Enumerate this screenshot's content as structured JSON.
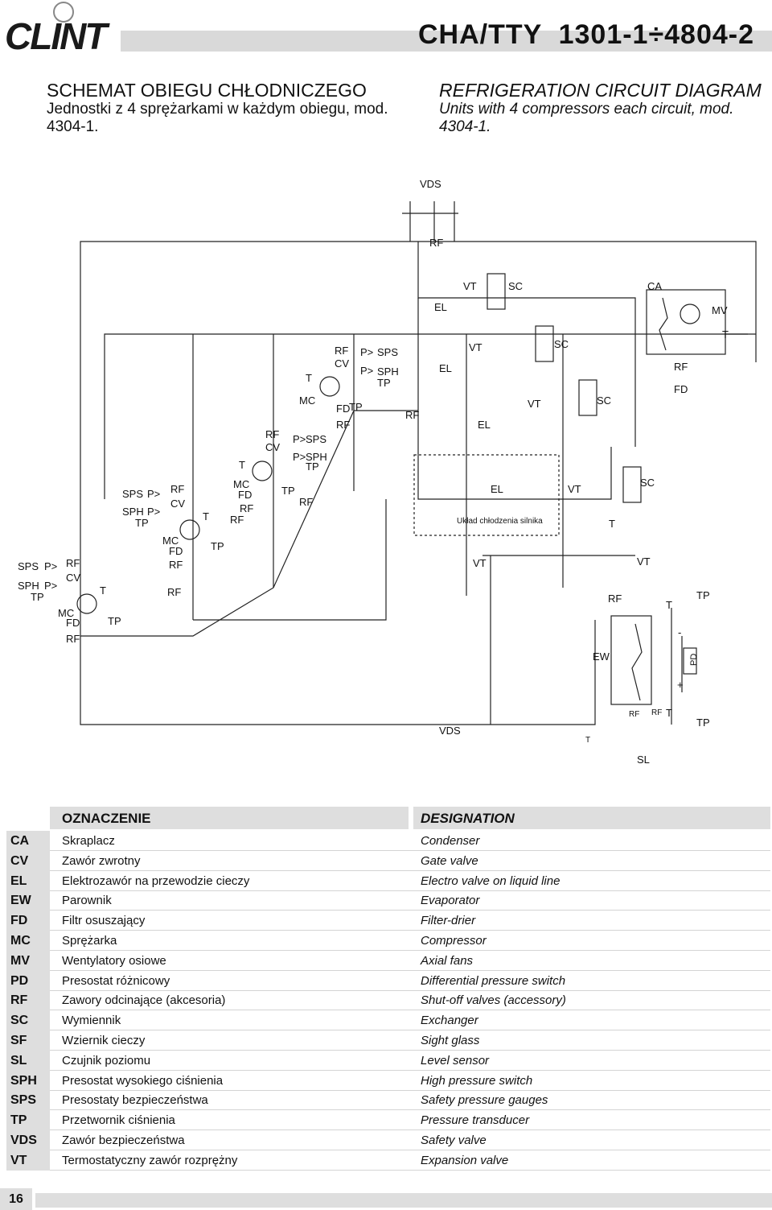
{
  "header": {
    "brand": "CLINT",
    "model_code": "CHA/TTY  1301-1÷4804-2"
  },
  "titles": {
    "pl_title": "SCHEMAT OBIEGU CHŁODNICZEGO",
    "pl_subtitle": "Jednostki z 4 sprężarkami w każdym obiegu, mod. 4304-1.",
    "en_title": "REFRIGERATION CIRCUIT DIAGRAM",
    "en_subtitle": "Units with 4 compressors each circuit, mod. 4304-1."
  },
  "diagram": {
    "labels": {
      "vds": "VDS",
      "rf": "RF",
      "vt": "VT",
      "sc": "SC",
      "ca": "CA",
      "mv": "MV",
      "el": "EL",
      "fd": "FD",
      "mc": "MC",
      "cv": "CV",
      "tp": "TP",
      "sps": "SPS",
      "sph": "SPH",
      "t": "T",
      "pgt": "P>",
      "ew": "EW",
      "pd": "PD",
      "sl": "SL",
      "minus": "-",
      "plus": "+",
      "motor_cooling": "Układ chłodzenia silnika"
    }
  },
  "legend": {
    "pl_header": "OZNACZENIE",
    "en_header": "DESIGNATION",
    "rows": [
      {
        "code": "CA",
        "pl": "Skraplacz",
        "en": "Condenser"
      },
      {
        "code": "CV",
        "pl": "Zawór zwrotny",
        "en": "Gate valve"
      },
      {
        "code": "EL",
        "pl": "Elektrozawór na przewodzie cieczy",
        "en": "Electro valve on liquid line"
      },
      {
        "code": "EW",
        "pl": "Parownik",
        "en": "Evaporator"
      },
      {
        "code": "FD",
        "pl": "Filtr osuszający",
        "en": "Filter-drier"
      },
      {
        "code": "MC",
        "pl": "Sprężarka",
        "en": "Compressor"
      },
      {
        "code": "MV",
        "pl": "Wentylatory osiowe",
        "en": "Axial fans"
      },
      {
        "code": "PD",
        "pl": "Presostat różnicowy",
        "en": "Differential pressure switch"
      },
      {
        "code": "RF",
        "pl": "Zawory odcinające (akcesoria)",
        "en": "Shut-off valves (accessory)"
      },
      {
        "code": "SC",
        "pl": "Wymiennik",
        "en": "Exchanger"
      },
      {
        "code": "SF",
        "pl": "Wziernik cieczy",
        "en": "Sight glass"
      },
      {
        "code": "SL",
        "pl": "Czujnik poziomu",
        "en": "Level sensor"
      },
      {
        "code": "SPH",
        "pl": "Presostat wysokiego ciśnienia",
        "en": "High pressure switch"
      },
      {
        "code": "SPS",
        "pl": "Presostaty bezpieczeństwa",
        "en": "Safety pressure gauges"
      },
      {
        "code": "TP",
        "pl": "Przetwornik ciśnienia",
        "en": "Pressure transducer"
      },
      {
        "code": "VDS",
        "pl": "Zawór bezpieczeństwa",
        "en": "Safety valve"
      },
      {
        "code": "VT",
        "pl": "Termostatyczny zawór rozprężny",
        "en": "Expansion valve"
      }
    ]
  },
  "footer": {
    "page_number": "16"
  }
}
